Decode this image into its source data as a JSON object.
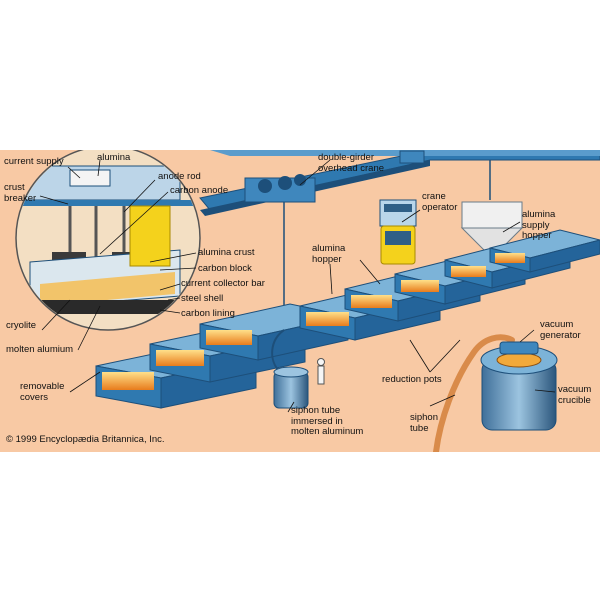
{
  "labels": {
    "current_supply": "current supply",
    "alumina_top": "alumina",
    "crust_breaker": "crust\nbreaker",
    "anode_rod": "anode rod",
    "carbon_anode": "carbon anode",
    "alumina_crust": "alumina crust",
    "carbon_block": "carbon block",
    "current_collector_bar": "current collector bar",
    "steel_shell": "steel shell",
    "carbon_lining": "carbon lining",
    "cryolite": "cryolite",
    "molten_alumium": "molten alumium",
    "removable_covers": "removable\ncovers",
    "double_girder_crane": "double-girder\noverhead crane",
    "crane_operator": "crane\noperator",
    "alumina_supply_hopper": "alumina\nsupply\nhopper",
    "alumina_hopper": "alumina\nhopper",
    "vacuum_generator": "vacuum\ngenerator",
    "reduction_pots": "reduction pots",
    "siphon_tube": "siphon\ntube",
    "vacuum_crucible": "vacuum\ncrucible",
    "siphon_tube_immersed": "siphon tube\nimmersed in\nmolten aluminum"
  },
  "credit": "© 1999 Encyclopædia Britannica, Inc.",
  "colors": {
    "background": "#f8c9a4",
    "steel_blue": "#2f79b0",
    "steel_dark": "#1d4f7a",
    "steel_light": "#7cb3d8",
    "cab_yellow": "#f4d21c",
    "glow_orange": "#f2a93a",
    "siphon_tan": "#d98b4a"
  }
}
